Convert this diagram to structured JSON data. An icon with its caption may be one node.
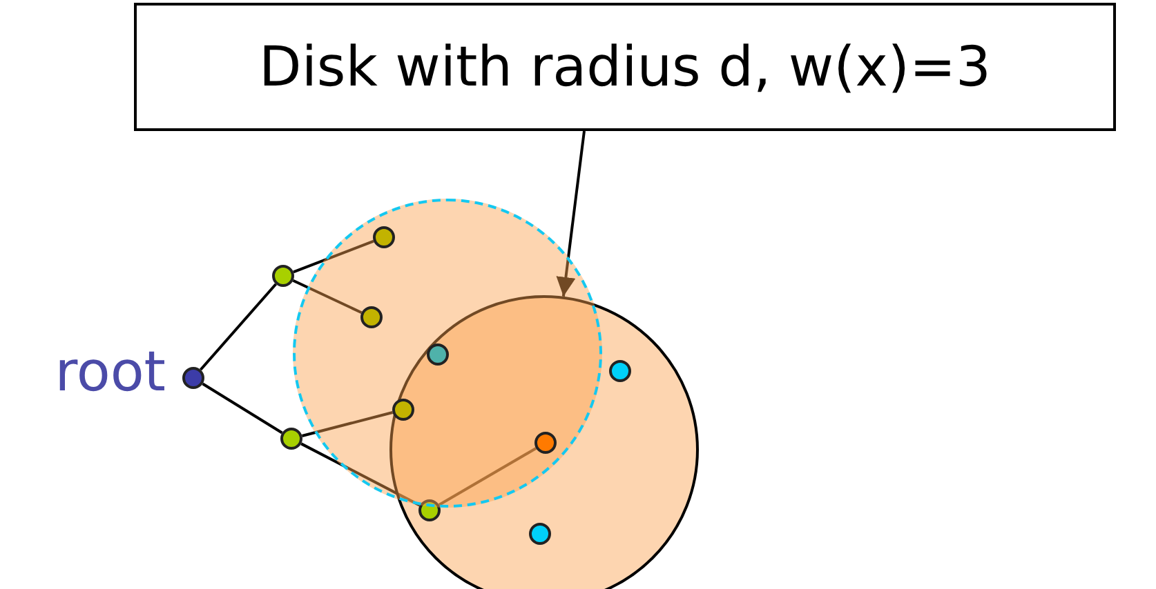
{
  "diagram": {
    "nodes": [
      {
        "text": [
          "Disk with radius d, w(x)=3"
        ]
      },
      {
        "text": [],
        "shape": "circle"
      },
      {
        "text": [],
        "shape": "circle"
      },
      {
        "text": [],
        "shape": "circle",
        "beside": [
          "root"
        ]
      },
      {
        "text": [],
        "shape": "circle"
      },
      {
        "text": [],
        "shape": "circle",
        "in": 1
      },
      {
        "text": [],
        "shape": "circle",
        "in": 1
      },
      {
        "text": [],
        "shape": "circle"
      },
      {
        "text": [],
        "shape": "circle"
      },
      {
        "text": [],
        "shape": "circle"
      },
      {
        "text": [],
        "shape": "circle",
        "in": 2
      },
      {
        "text": [],
        "shape": "circle"
      },
      {
        "text": [],
        "shape": "circle",
        "in": 2
      },
      {
        "text": [],
        "shape": "circle",
        "in": 2
      }
    ],
    "edges": [
      {
        "from": 0,
        "to": 2,
        "arrow": "to"
      },
      {
        "from": 3,
        "to": 4,
        "arrow": "none"
      },
      {
        "from": 3,
        "to": 7,
        "arrow": "none"
      },
      {
        "from": 4,
        "to": 5,
        "arrow": "none"
      },
      {
        "from": 4,
        "to": 6,
        "arrow": "none"
      },
      {
        "from": 7,
        "to": 8,
        "arrow": "none"
      },
      {
        "from": 7,
        "to": 10,
        "arrow": "none"
      },
      {
        "from": 10,
        "to": 11,
        "arrow": "none"
      }
    ]
  }
}
